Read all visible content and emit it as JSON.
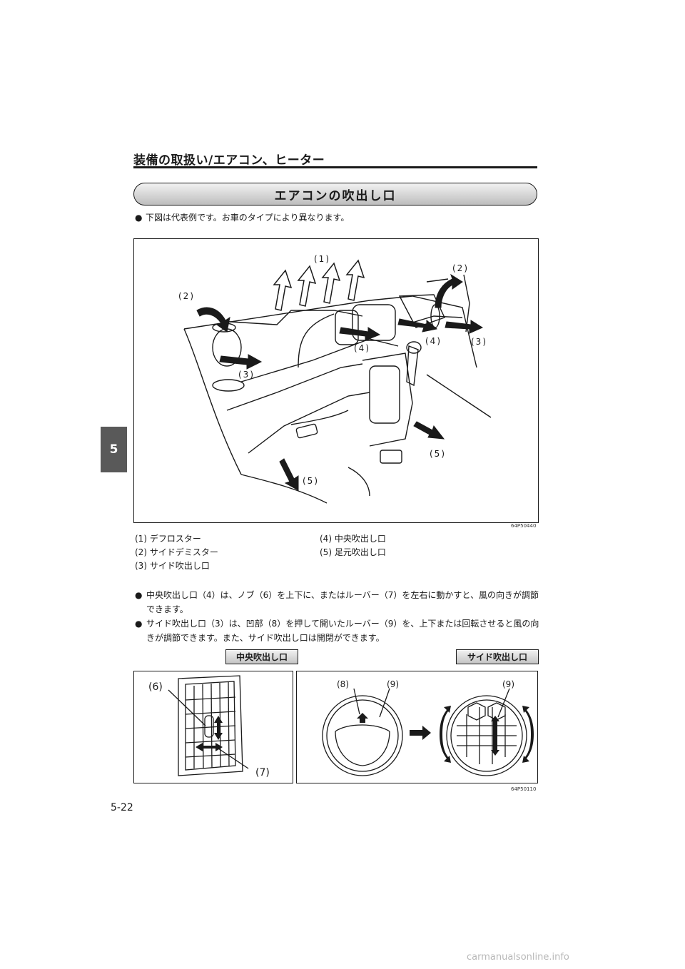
{
  "header": {
    "title": "装備の取扱い/エアコン、ヒーター"
  },
  "section": {
    "title": "エアコンの吹出し口"
  },
  "note": {
    "text": "下図は代表例です。お車のタイプにより異なります。"
  },
  "figure1": {
    "code": "64P50440",
    "callouts": {
      "c1": "(1)",
      "c2": "(2)",
      "c3": "(3)",
      "c4": "(4)",
      "c5": "(5)"
    }
  },
  "legend": {
    "items": [
      "(1) デフロスター",
      "(2) サイドデミスター",
      "(3) サイド吹出し口",
      "(4) 中央吹出し口",
      "(5) 足元吹出し口"
    ]
  },
  "paragraphs": [
    "中央吹出し口（4）は、ノブ（6）を上下に、またはルーバー（7）を左右に動かすと、風の向きが調節できます。",
    "サイド吹出し口（3）は、凹部（8）を押して開いたルーバー（9）を、上下または回転させると風の向きが調節できます。また、サイド吹出し口は開閉ができます。"
  ],
  "figure2": {
    "tag_center": "中央吹出し口",
    "tag_side": "サイド吹出し口",
    "code": "64P50110",
    "callouts": {
      "c6": "(6)",
      "c7": "(7)",
      "c8": "(8)",
      "c9": "(9)"
    }
  },
  "chapter": {
    "number": "5"
  },
  "page": {
    "number": "5-22"
  },
  "watermark": {
    "text": "carmanualsonline.info"
  },
  "colors": {
    "ink": "#1a1a1a",
    "chapter_tab": "#595959",
    "watermark": "#b8b8b8"
  }
}
